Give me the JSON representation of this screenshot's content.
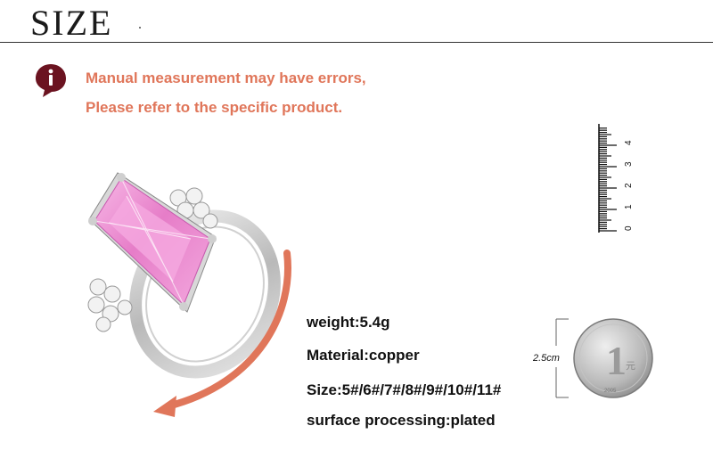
{
  "header": {
    "title": "SIZE"
  },
  "notice": {
    "line1": "Manual measurement may have errors,",
    "line2": "Please refer to the specific product."
  },
  "specs": {
    "weight": "weight:5.4g",
    "material": "Material:copper",
    "size": "Size:5#/6#/7#/8#/9#/10#/11#",
    "surface": "surface processing:plated"
  },
  "ruler": {
    "labels": [
      "0",
      "1",
      "2",
      "3",
      "4"
    ]
  },
  "coin": {
    "dimension": "2.5cm",
    "face_value": "1",
    "unit_char": "元",
    "year": "2005"
  },
  "colors": {
    "accent": "#e0765a",
    "gem": "#f08fd2",
    "icon": "#6b1320"
  }
}
